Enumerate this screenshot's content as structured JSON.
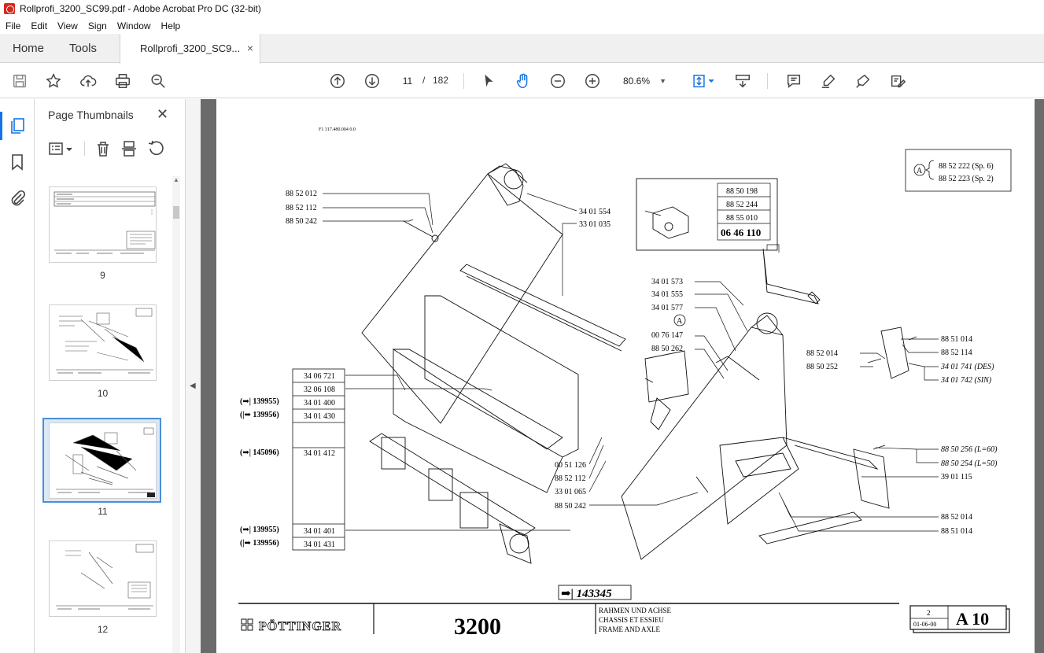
{
  "window": {
    "title": "Rollprofi_3200_SC99.pdf - Adobe Acrobat Pro DC (32-bit)"
  },
  "menu": [
    "File",
    "Edit",
    "View",
    "Sign",
    "Window",
    "Help"
  ],
  "tabs": {
    "home": "Home",
    "tools": "Tools",
    "document": "Rollprofi_3200_SC9...",
    "close": "×"
  },
  "toolbar": {
    "current_page": "11",
    "page_separator": "/",
    "total_pages": "182",
    "zoom": "80.6%"
  },
  "thumbnails": {
    "title": "Page Thumbnails",
    "close": "✕",
    "items": [
      {
        "number": "9"
      },
      {
        "number": "10"
      },
      {
        "number": "11",
        "selected": true
      },
      {
        "number": "12"
      }
    ]
  },
  "drawing": {
    "header_code": "F1  317.480.004 0.0",
    "legend_a": {
      "marker": "A",
      "lines": [
        "88 52 222 (Sp. 6)",
        "88 52 223 (Sp. 2)"
      ]
    },
    "box_parts": [
      "88 50 198",
      "88 52 244",
      "88 55 010",
      "06 46 110"
    ],
    "left_upper": [
      "88 52 012",
      "88 52 112",
      "88 50 242"
    ],
    "top_center": [
      "34 01 554",
      "33 01 035"
    ],
    "mid_right": [
      "34 01 573",
      "34 01 555",
      "34 01 577",
      "A",
      "00 76 147",
      "88 50 262"
    ],
    "right_upper": [
      "88 51 014",
      "88 52 114",
      "34 01 741 (DES)",
      "34 01 742 (SIN)"
    ],
    "right_mid_left": [
      "88 52 014",
      "88 50 252"
    ],
    "right_lower": [
      "88 50 256 (L=60)",
      "88 50 254 (L=50)",
      "39 01 115",
      "88 52 014",
      "88 51 014"
    ],
    "center_lower": [
      "00 51 126",
      "88 52 112",
      "33 01 065",
      "88 50 242"
    ],
    "table_parts": [
      "34 06 721",
      "32 06 108",
      "34 01 400",
      "34 01 430",
      "34 01 412",
      "34 01 401",
      "34 01 431"
    ],
    "table_refs": [
      "(➡| 139955)",
      "(|➡ 139956)",
      "(➡| 145096)",
      "(➡| 139955)",
      "(|➡ 139956)"
    ],
    "serial_note": "➡| 143345",
    "footer": {
      "brand": "PÖTTINGER",
      "model": "3200",
      "title_lines": [
        "RAHMEN UND ACHSE",
        "CHASSIS ET ESSIEU",
        "FRAME AND AXLE"
      ],
      "sheet_no": "2",
      "date": "01-06-00",
      "sheet_code": "A 10"
    }
  },
  "colors": {
    "accent": "#1473e6",
    "panel_bg": "#f0f0f0",
    "doc_bg": "#6b6b6b",
    "pdf_red": "#d7261e"
  }
}
